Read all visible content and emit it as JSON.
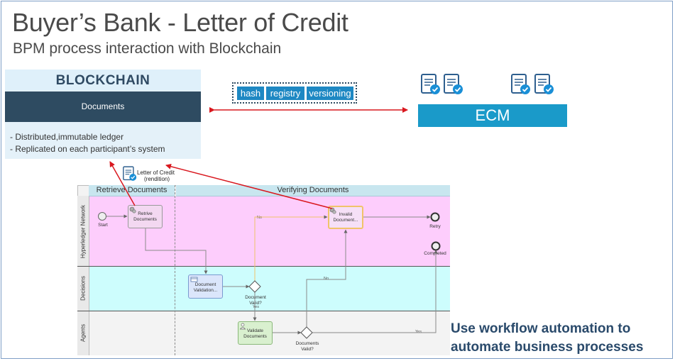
{
  "slide": {
    "title": "Buyer’s Bank - Letter of Credit",
    "subtitle": "BPM process interaction with Blockchain"
  },
  "blockchain": {
    "heading": "BLOCKCHAIN",
    "documents_label": "Documents",
    "bullets": [
      "- Distributed,immutable ledger",
      "- Replicated on each participant’s system"
    ]
  },
  "tags": [
    "hash",
    "registry",
    "versioning"
  ],
  "ecm": {
    "label": "ECM"
  },
  "letter_of_credit": {
    "line1": "Letter of Credit",
    "line2": "(rendition)"
  },
  "process": {
    "phases": [
      "Retrieve Documents",
      "Verifying Documents"
    ],
    "lanes": [
      "Hyperledger Network",
      "Decisions",
      "Agents"
    ],
    "nodes": {
      "start": "Start",
      "retrieve_l1": "Retrive",
      "retrieve_l2": "Documents",
      "invalid_l1": "Invalid",
      "invalid_l2": "Document...",
      "retry": "Retry",
      "completed": "Completed",
      "validation_l1": "Document",
      "validation_l2": "Validation...",
      "gw_valid_l1": "Document",
      "gw_valid_l2": "Valid?",
      "validate_l1": "Validate",
      "validate_l2": "Documents",
      "gw_docs_l1": "Documents",
      "gw_docs_l2": "Valid?"
    },
    "flow_labels": {
      "no_top": "No",
      "yes_mid": "Yes",
      "no_mid": "No",
      "yes_bottom": "Yes"
    }
  },
  "tagline": {
    "line1": "Use workflow automation to",
    "line2": "automate business processes"
  },
  "colors": {
    "lane_hyperledger": "#fdcdfc",
    "lane_decisions": "#cdfdfd",
    "lane_agents": "#f3f3f3",
    "arrow_red": "#d9181f",
    "ecm_blue": "#1a9ac9",
    "blockchain_dark": "#2e4b61"
  },
  "icons": [
    "document-check-icon",
    "gear-icon",
    "person-icon",
    "table-icon"
  ]
}
